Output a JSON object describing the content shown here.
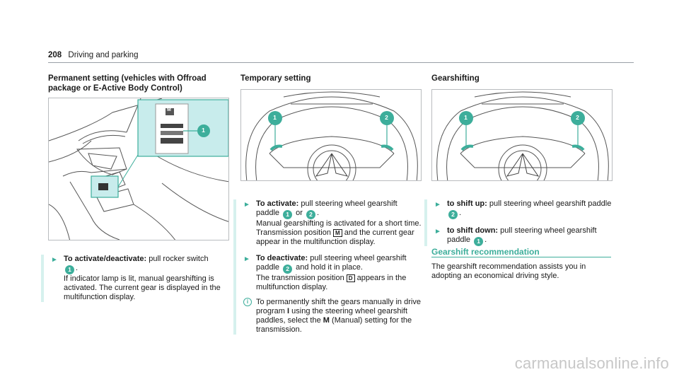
{
  "header": {
    "page_number": "208",
    "chapter": "Driving and parking"
  },
  "col1": {
    "heading": "Permanent setting (vehicles with Offroad package or E-Active Body Control)",
    "inset_label": "M",
    "step1": {
      "label": "To activate/deactivate:",
      "text1": " pull rocker switch ",
      "badge": "1",
      "text2": ".",
      "text3": "If indicator lamp is lit, manual gearshifting is activated. The current gear is displayed in the multifunction display."
    }
  },
  "col2": {
    "heading": "Temporary setting",
    "badge_left": "1",
    "badge_right": "2",
    "step1": {
      "label": "To activate:",
      "text1": " pull steering wheel gearshift paddle ",
      "b1": "1",
      "or": " or ",
      "b2": "2",
      "text2": ".",
      "text3": "Manual gearshifting is activated for a short time. Transmission position ",
      "glyph": "M",
      "text4": " and the current gear appear in the multifunction display."
    },
    "step2": {
      "label": "To deactivate:",
      "text1": " pull steering wheel gearshift paddle ",
      "b": "2",
      "text2": " and hold it in place.",
      "text3": "The transmission position ",
      "glyph": "D",
      "text4": " appears in the multifunction display."
    },
    "info": {
      "text1": "To permanently shift the gears manually in drive program ",
      "prog": "I",
      "text2": " using the steering wheel gearshift paddles, select the ",
      "m": "M",
      "text3": " (Manual) setting for the transmission."
    }
  },
  "col3": {
    "heading": "Gearshifting",
    "badge_left": "1",
    "badge_right": "2",
    "step1": {
      "label": "to shift up:",
      "text1": " pull steering wheel gearshift paddle ",
      "b": "2",
      "text2": "."
    },
    "step2": {
      "label": "to shift down:",
      "text1": " pull steering wheel gearshift paddle ",
      "b": "1",
      "text2": "."
    }
  },
  "recommendation": {
    "title": "Gearshift recommendation",
    "text": "The gearshift recommendation assists you in adopting an economical driving style."
  },
  "watermark": "carmanualsonline.info",
  "colors": {
    "accent": "#3dae9b",
    "inset_bg": "#c8ecec"
  }
}
